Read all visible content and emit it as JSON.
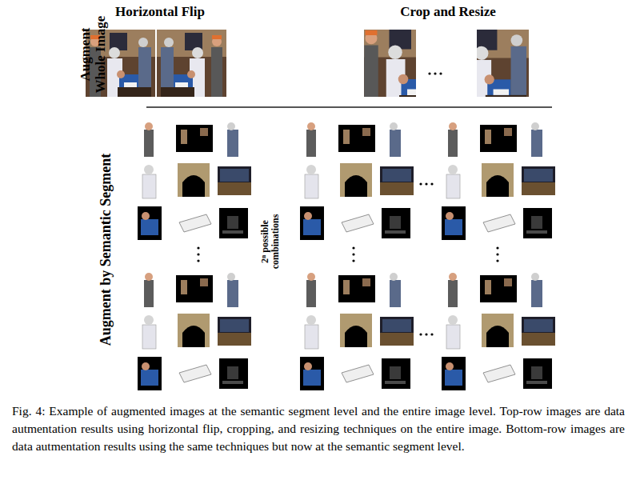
{
  "diagram": {
    "caption": "Fig. 4: Example of augmented images at the semantic segment level and the entire image level. Top-row images are data autmentation results using horizontal flip, cropping, and resizing techniques on the entire image. Bottom-row images are data autmentation results using the same techniques but now at the semantic segment level.",
    "labels": [
      "Horizontal Flip",
      "Crop and Resize",
      "Augment Whole Image",
      "Augment by Semantic Segment",
      "2ⁿ possible combinations"
    ]
  }
}
